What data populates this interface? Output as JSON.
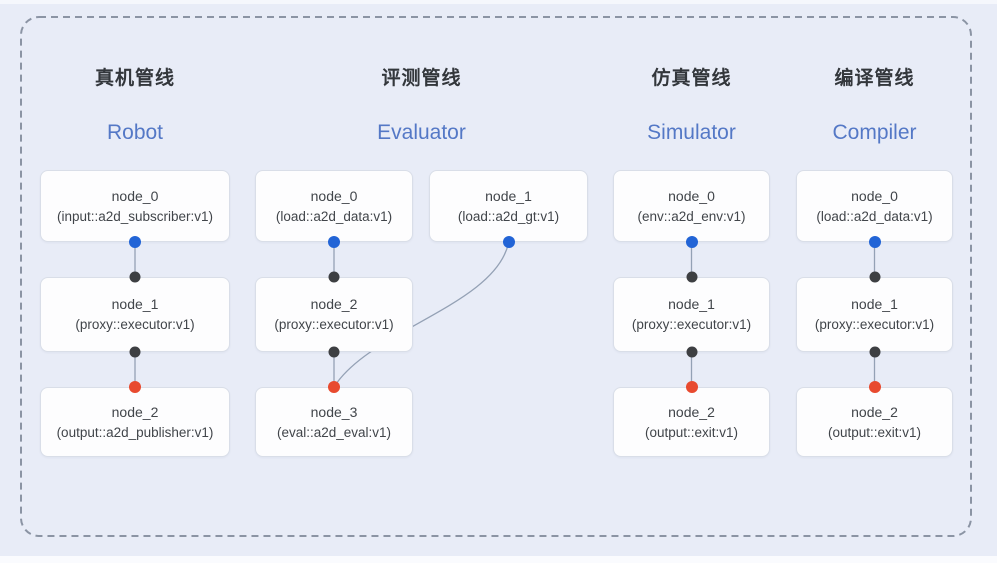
{
  "colors": {
    "bg": "#e8ecf7",
    "card-bg": "#fdfdfe",
    "card-border": "#d9dee8",
    "dash-border": "#8b94a4",
    "edge": "#94a1b5",
    "dot-blue": "#2264d6",
    "dot-black": "#3d3f42",
    "dot-red": "#e84a2f",
    "title-zh": "#33373c",
    "title-en": "#5478c6",
    "node-text": "#41454a"
  },
  "pipelines": [
    {
      "title_zh": "真机管线",
      "title_en": "Robot",
      "nodes": [
        {
          "id": "node_0",
          "type": "(input::a2d_subscriber:v1)"
        },
        {
          "id": "node_1",
          "type": "(proxy::executor:v1)"
        },
        {
          "id": "node_2",
          "type": "(output::a2d_publisher:v1)"
        }
      ]
    },
    {
      "title_zh": "评测管线",
      "title_en": "Evaluator",
      "nodes": [
        {
          "id": "node_0",
          "type": "(load::a2d_data:v1)"
        },
        {
          "id": "node_1",
          "type": "(load::a2d_gt:v1)"
        },
        {
          "id": "node_2",
          "type": "(proxy::executor:v1)"
        },
        {
          "id": "node_3",
          "type": "(eval::a2d_eval:v1)"
        }
      ]
    },
    {
      "title_zh": "仿真管线",
      "title_en": "Simulator",
      "nodes": [
        {
          "id": "node_0",
          "type": "(env::a2d_env:v1)"
        },
        {
          "id": "node_1",
          "type": "(proxy::executor:v1)"
        },
        {
          "id": "node_2",
          "type": "(output::exit:v1)"
        }
      ]
    },
    {
      "title_zh": "编译管线",
      "title_en": "Compiler",
      "nodes": [
        {
          "id": "node_0",
          "type": "(load::a2d_data:v1)"
        },
        {
          "id": "node_1",
          "type": "(proxy::executor:v1)"
        },
        {
          "id": "node_2",
          "type": "(output::exit:v1)"
        }
      ]
    }
  ]
}
